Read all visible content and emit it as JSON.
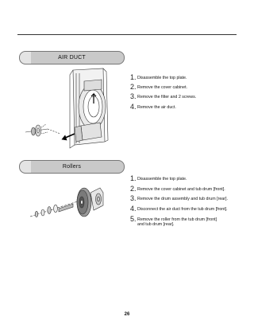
{
  "sections": [
    {
      "title": "AIR DUCT",
      "steps": [
        {
          "num": "1.",
          "text": "Disassemble the top plate."
        },
        {
          "num": "2.",
          "text": " Remove the cover cabinet."
        },
        {
          "num": "3.",
          "text": "Remove the filter and 2 screws."
        },
        {
          "num": "4.",
          "text": "Remove the air duct."
        }
      ]
    },
    {
      "title": "Rollers",
      "steps": [
        {
          "num": "1.",
          "text": "Disassemble the top plate."
        },
        {
          "num": "2.",
          "text": "Remove the cover cabinet and tub drum [front]."
        },
        {
          "num": "3.",
          "text": "Remove the drum assembly and tub drum [rear]."
        },
        {
          "num": "4.",
          "text": "Disconnect the air duct from the tub drum [front]."
        },
        {
          "num": "5.",
          "text": "Remove the roller from the tub drum [front]",
          "text2": "and tub drum [rear]."
        }
      ]
    }
  ],
  "page_number": "26"
}
